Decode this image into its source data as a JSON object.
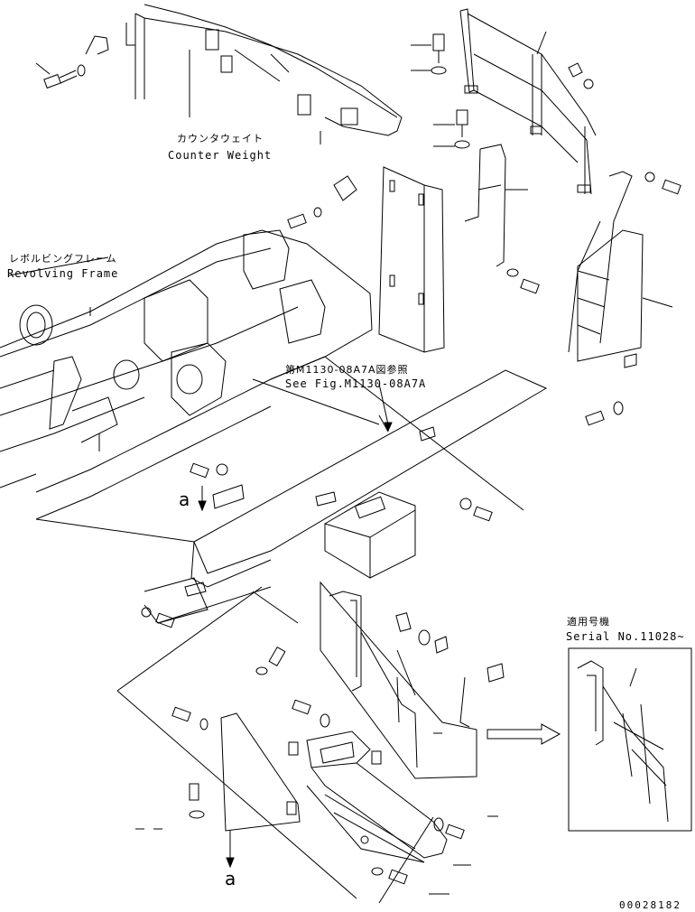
{
  "labels": {
    "counterweight_jp": "カウンタウェイト",
    "counterweight_en": "Counter Weight",
    "frame_jp": "レボルビングフレーム",
    "frame_en": "Revolving Frame",
    "ref_jp": "第M1130-08A7A図参照",
    "ref_en": "See Fig.M1130-08A7A",
    "serial_jp": "適用号機",
    "serial_en": "Serial No.11028~",
    "view_mark_top": "a",
    "view_mark_bottom": "a",
    "drawing_number": "00028182"
  }
}
